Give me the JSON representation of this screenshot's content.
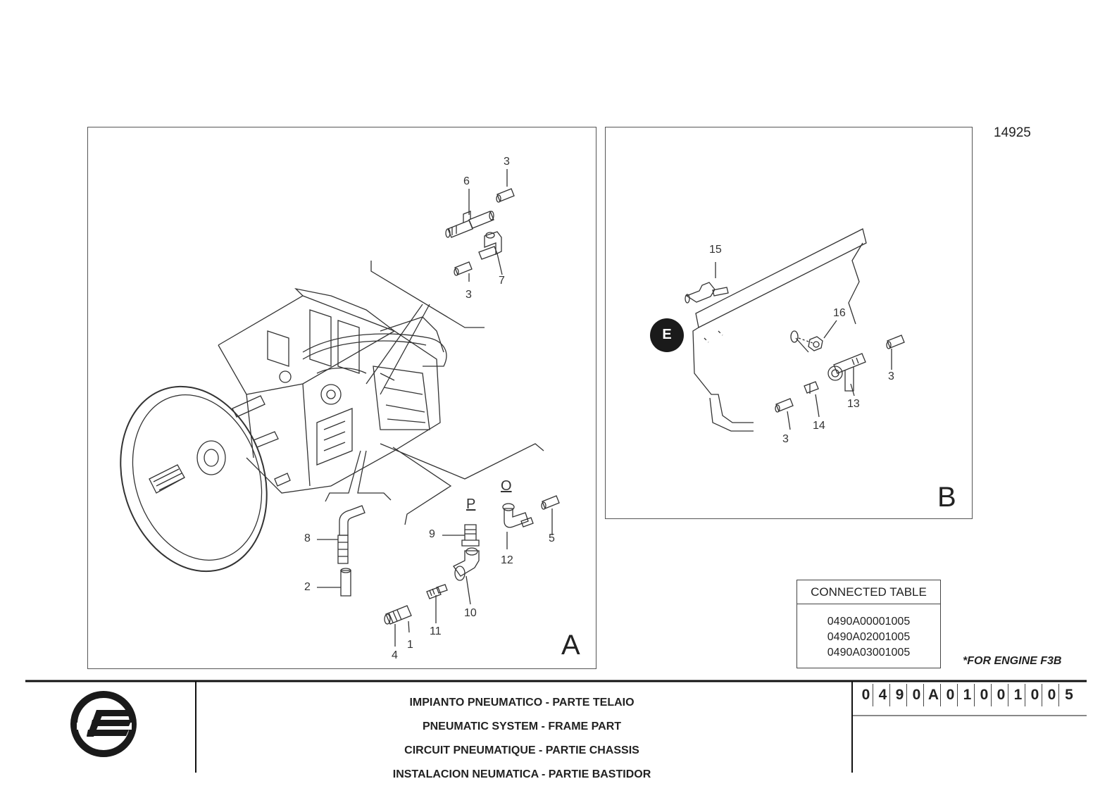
{
  "drawing_number": "14925",
  "panels": {
    "A": {
      "label": "A",
      "callouts": {
        "c6": "6",
        "c3_top": "3",
        "c3_mid": "3",
        "c7": "7",
        "cP": "P",
        "cO": "O",
        "c8": "8",
        "c9": "9",
        "c12": "12",
        "c5": "5",
        "c2": "2",
        "c10": "10",
        "c11": "11",
        "c1": "1",
        "c4": "4"
      }
    },
    "B": {
      "label": "B",
      "marker": "E",
      "callouts": {
        "c15": "15",
        "c16": "16",
        "c3_right": "3",
        "c13": "13",
        "c14": "14",
        "c3_bottom": "3"
      }
    }
  },
  "connected_table": {
    "header": "CONNECTED TABLE",
    "items": [
      "0490A00001005",
      "0490A02001005",
      "0490A03001005"
    ]
  },
  "engine_note": "*FOR ENGINE F3B",
  "title_block": {
    "lines": [
      "IMPIANTO PNEUMATICO - PARTE TELAIO",
      "PNEUMATIC SYSTEM - FRAME PART",
      "CIRCUIT PNEUMATIQUE - PARTIE CHASSIS",
      "INSTALACION NEUMATICA - PARTIE BASTIDOR"
    ],
    "code_chars": [
      "0",
      "4",
      "9",
      "0",
      "A",
      "0",
      "1",
      "0",
      "0",
      "1",
      "0",
      "0",
      "5"
    ]
  },
  "logo": "brand-logo"
}
